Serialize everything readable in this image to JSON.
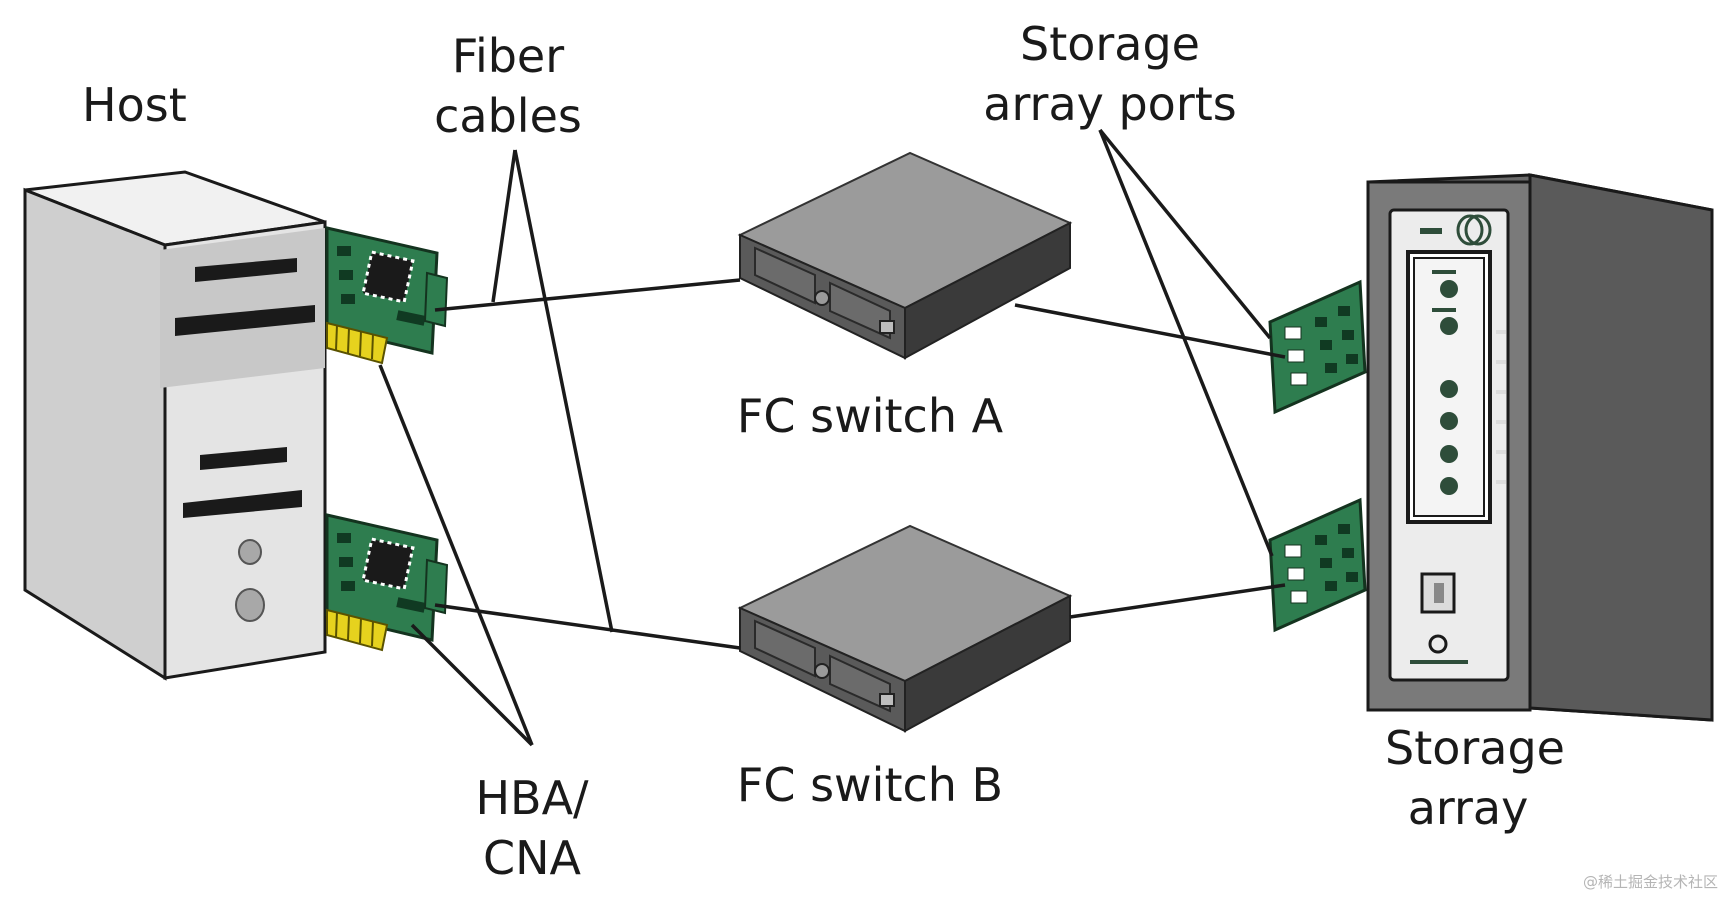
{
  "labels": {
    "host": "Host",
    "fiber_line1": "Fiber",
    "fiber_line2": "cables",
    "ports_line1": "Storage",
    "ports_line2": "array ports",
    "switch_a": "FC switch A",
    "switch_b": "FC switch B",
    "hba_line1": "HBA/",
    "hba_line2": "CNA",
    "storage_line1": "Storage",
    "storage_line2": "array"
  },
  "watermark": "@稀土掘金技术社区",
  "colors": {
    "line": "#1a1a1a",
    "card_green": "#2e7d4f",
    "card_dark": "#1f5c38",
    "gold_pins": "#e6d21e",
    "switch_top": "#9b9b9b",
    "switch_side": "#4a4a4a",
    "tower_front": "#e2e2e2",
    "tower_side": "#c4c4c4",
    "array_body": "#6b6b6b",
    "array_panel": "#ececec"
  }
}
